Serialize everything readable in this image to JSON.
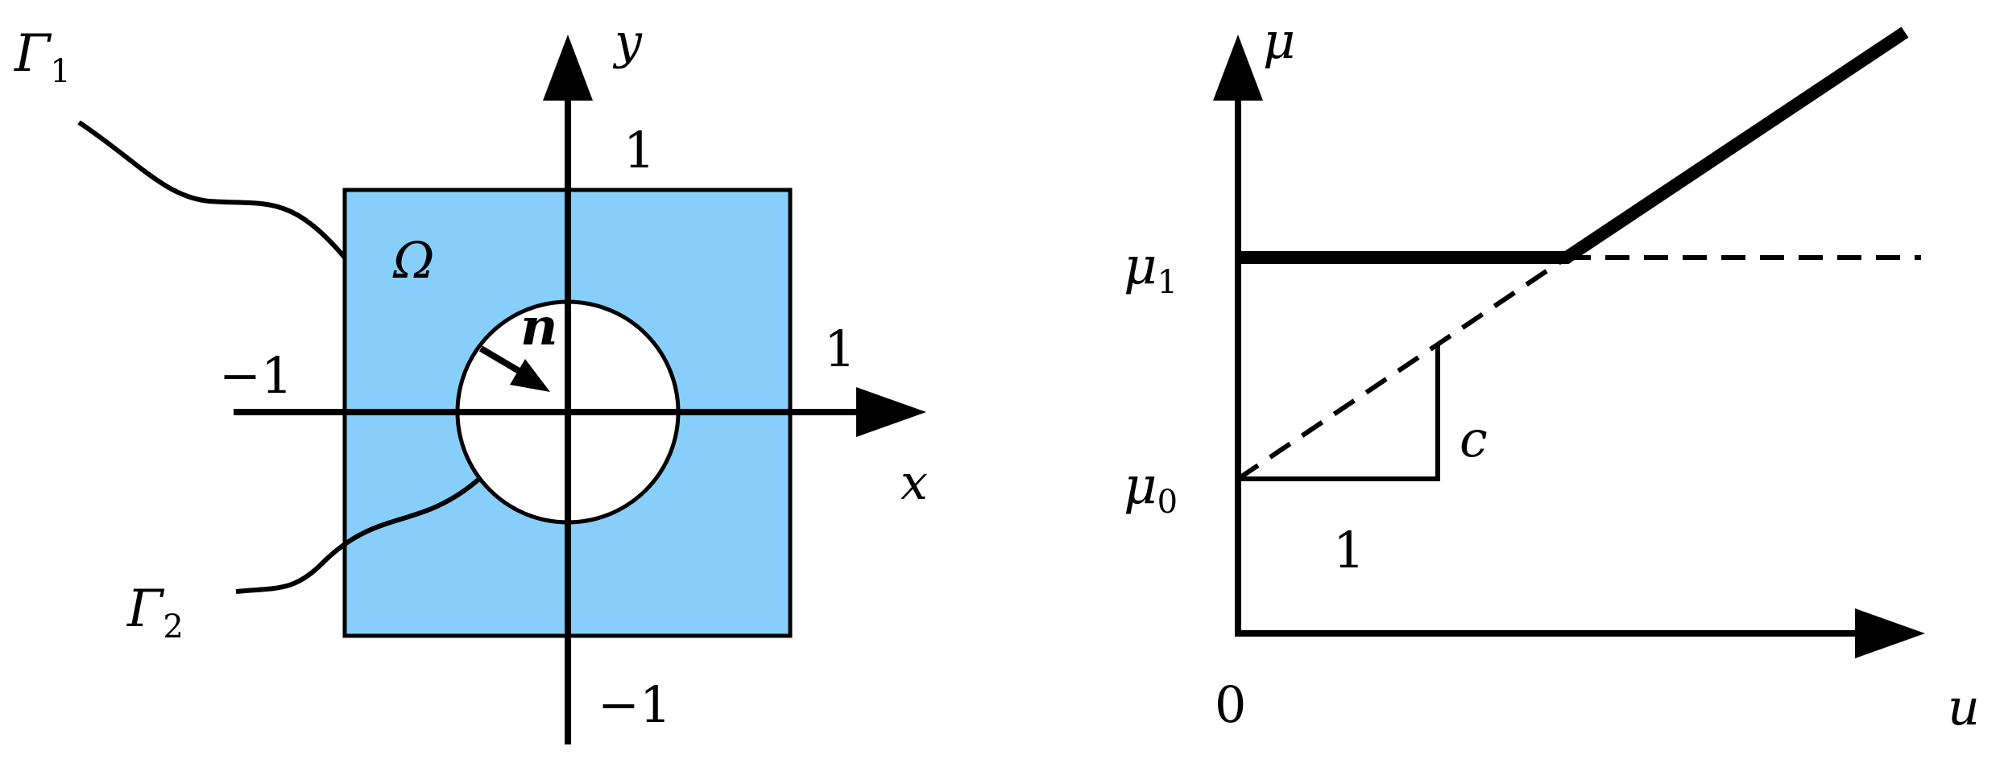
{
  "left_diagram": {
    "domain_fill": "#87CEFA",
    "labels": {
      "y_axis": "y",
      "x_axis": "x",
      "omega": "Ω",
      "normal": "n",
      "top_one": "1",
      "right_one": "1",
      "left_minus_one": "−1",
      "bottom_minus_one": "−1",
      "gamma1_base": "Γ",
      "gamma1_sub": "1",
      "gamma2_base": "Γ",
      "gamma2_sub": "2"
    }
  },
  "right_diagram": {
    "labels": {
      "mu_axis": "μ",
      "u_axis": "u",
      "origin": "0",
      "mu1_base": "μ",
      "mu1_sub": "1",
      "mu0_base": "μ",
      "mu0_sub": "0",
      "slope_rise": "c",
      "slope_run": "1"
    }
  }
}
